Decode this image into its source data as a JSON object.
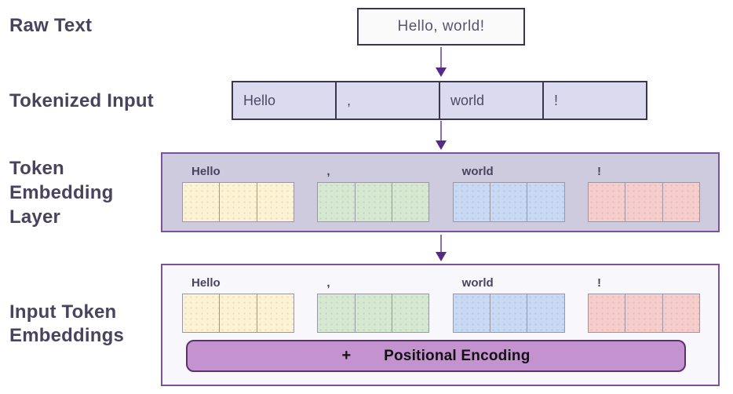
{
  "stage_labels": {
    "raw_text": "Raw Text",
    "tokenized_input": "Tokenized Input",
    "token_embedding_layer": "Token Embedding Layer",
    "input_token_embeddings": "Input Token Embeddings"
  },
  "raw_text_box": {
    "text": "Hello, world!"
  },
  "tokens": [
    {
      "text": "Hello",
      "color": "#fdf3d2"
    },
    {
      "text": ",",
      "color": "#d5e8d0"
    },
    {
      "text": "world",
      "color": "#c8d9f4"
    },
    {
      "text": "!",
      "color": "#f6cdca"
    }
  ],
  "embedding_cells_per_token": 3,
  "positional_encoding": {
    "operator": "+",
    "label": "Positional Encoding"
  },
  "icons": {
    "flow_arrow": "down-arrow"
  },
  "colors": {
    "stage_label_text": "#4a435e",
    "arrow": "#552a87",
    "dark_box_border": "#3b3650",
    "token_row_bg": "#dcdaee",
    "embedding_layer_bg": "#cecbdf",
    "embedding_box_border": "#7b52a1",
    "input_embeddings_bg": "#f8f7fc",
    "cell_border": "#9b96a4",
    "positional_bar_bg": "#c392cf",
    "positional_bar_border": "#5e2f72"
  }
}
